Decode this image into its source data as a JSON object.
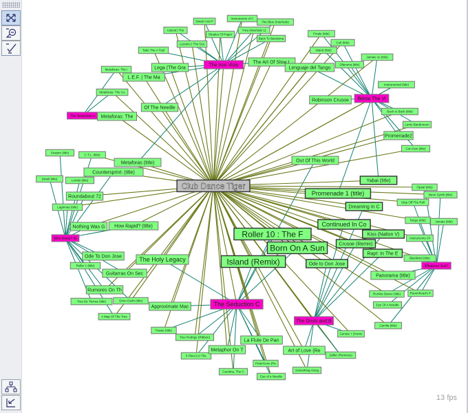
{
  "toolbar": {
    "buttons": [
      {
        "name": "shuffle-layout-button",
        "icon": "arrows-cross-icon",
        "selected": true
      },
      {
        "name": "search-button",
        "icon": "magnifier-speech-icon",
        "selected": false
      },
      {
        "name": "edit-button",
        "icon": "pen-check-icon",
        "selected": false
      }
    ],
    "bottom_buttons": [
      {
        "name": "tree-layout-button",
        "icon": "hierarchy-icon"
      },
      {
        "name": "back-button",
        "icon": "back-arrow-icon"
      }
    ]
  },
  "status": {
    "fps": "13 fps"
  },
  "colors": {
    "center": "#c0c0c0",
    "hub": "#ff00cc",
    "leaf": "#80ff80",
    "center_edge": "#6b7a1a",
    "hub_edge": "#128070"
  },
  "graph": {
    "nodes": [
      {
        "label": "Club Dance Tiger",
        "type": "center"
      },
      {
        "label": "The Iron Visio",
        "type": "hub",
        "to_center": true
      },
      {
        "label": "Below The Vi",
        "type": "hub",
        "to_center": true
      },
      {
        "label": "The Seduction C",
        "type": "hub",
        "to_center": true
      },
      {
        "label": "The Drum and B",
        "type": "hub",
        "to_center": true
      },
      {
        "label": "The Seduction o",
        "type": "hub",
        "to_center": false
      },
      {
        "label": "Who Knew? Its",
        "type": "hub",
        "to_center": false
      },
      {
        "label": "Whatever Suit?",
        "type": "hub",
        "to_center": false
      },
      {
        "label": "Sweet And P",
        "type": "leaf",
        "hub": 1,
        "to_center": true
      },
      {
        "label": "Instruments of C",
        "type": "leaf",
        "hub": 1,
        "to_center": true
      },
      {
        "label": "The Blue (Interlude)",
        "type": "leaf",
        "hub": 1,
        "to_center": true
      },
      {
        "label": "Shades Of Paper",
        "type": "leaf",
        "hub": 1,
        "to_center": true
      },
      {
        "label": "Cabral | The",
        "type": "leaf",
        "hub": 1,
        "to_center": true
      },
      {
        "label": "Yma (Interlude 1)",
        "type": "leaf",
        "hub": 1,
        "to_center": true
      },
      {
        "label": "Back To Bandoma",
        "type": "leaf",
        "hub": 1,
        "to_center": true
      },
      {
        "label": "Lezamo | The Gra",
        "type": "leaf",
        "hub": 1,
        "to_center": true
      },
      {
        "label": "Take The A Trail",
        "type": "leaf",
        "hub": 1,
        "to_center": true
      },
      {
        "label": "Lega (The Gra",
        "type": "leaf",
        "hub": 1,
        "to_center": true
      },
      {
        "label": "L.E.F. | The Ma",
        "type": "leaf",
        "hub": 1,
        "to_center": true
      },
      {
        "label": "The Art Of Slow L",
        "type": "leaf",
        "hub": 1,
        "to_center": true
      },
      {
        "label": "Of The Needle",
        "type": "leaf",
        "hub": 1,
        "to_center": true
      },
      {
        "label": "Metaforas: The I",
        "type": "leaf",
        "hub": 5,
        "to_center": true
      },
      {
        "label": "Metaforas: The Cu",
        "type": "leaf",
        "hub": 5,
        "to_center": true
      },
      {
        "label": "Metaforas: The",
        "type": "leaf",
        "hub": 5,
        "to_center": true
      },
      {
        "label": "Finale (title)",
        "type": "leaf",
        "hub": 2,
        "to_center": true
      },
      {
        "label": "Cult (title)",
        "type": "leaf",
        "hub": 2,
        "to_center": true
      },
      {
        "label": "Island (title)",
        "type": "leaf",
        "hub": 2,
        "to_center": true
      },
      {
        "label": "Dilemma (title)",
        "type": "leaf",
        "hub": 2,
        "to_center": false
      },
      {
        "label": "Jamais vu (title)",
        "type": "leaf",
        "hub": 2,
        "to_center": true
      },
      {
        "label": "Lenguaje del Tango",
        "type": "leaf",
        "hub": 2,
        "to_center": true
      },
      {
        "label": "Robinson Crusoe",
        "type": "leaf",
        "hub": 2,
        "to_center": false
      },
      {
        "label": "Instrumental (title)",
        "type": "leaf",
        "hub": 2,
        "to_center": true
      },
      {
        "label": "Back to Back (title)",
        "type": "leaf",
        "hub": 2,
        "to_center": true
      },
      {
        "label": "Lento Bandoneon",
        "type": "leaf",
        "hub": 2,
        "to_center": true
      },
      {
        "label": "Promenade2",
        "type": "leaf",
        "hub": 2,
        "to_center": true
      },
      {
        "label": "Con Dan (title)",
        "type": "leaf",
        "hub": 2,
        "to_center": true
      },
      {
        "label": "Out Of This World",
        "type": "leaf",
        "hub": 3,
        "to_center": true
      },
      {
        "label": "Yabai (title)",
        "type": "leaf",
        "hub": 2,
        "to_center": true
      },
      {
        "label": "Promenade 1 (title)",
        "type": "leaf",
        "hub": 2,
        "to_center": true
      },
      {
        "label": "Dreaming In C",
        "type": "leaf",
        "hub": 4,
        "to_center": true
      },
      {
        "label": "Continued In Co",
        "type": "leaf",
        "hub": 4,
        "to_center": true
      },
      {
        "label": "Kiss (Nation V)",
        "type": "leaf",
        "hub": 4,
        "to_center": true
      },
      {
        "label": "Crusoe (Remix)",
        "type": "leaf",
        "hub": 4,
        "to_center": true
      },
      {
        "label": "Rapt: In The E",
        "type": "leaf",
        "hub": 4,
        "to_center": true
      },
      {
        "label": "Born On A Sun",
        "type": "leaf",
        "hub": 3,
        "to_center": true
      },
      {
        "label": "Island (Remix)",
        "type": "leaf",
        "hub": 3,
        "to_center": true
      },
      {
        "label": "Ode to Don Jose",
        "type": "leaf",
        "hub": 4,
        "to_center": true
      },
      {
        "label": "Roller 10 : The F",
        "type": "leaf",
        "hub": 3,
        "to_center": true
      },
      {
        "label": "Suspire (title)",
        "type": "leaf",
        "hub": 6,
        "to_center": false
      },
      {
        "label": "C.T.L. (title)",
        "type": "leaf",
        "hub": 6,
        "to_center": true
      },
      {
        "label": "Detail (title)",
        "type": "leaf",
        "hub": 6,
        "to_center": false
      },
      {
        "label": "Lorelei (title)",
        "type": "leaf",
        "hub": 6,
        "to_center": false
      },
      {
        "label": "Countersprint: (title)",
        "type": "leaf",
        "hub": 6,
        "to_center": true
      },
      {
        "label": "Metaforas (title)",
        "type": "leaf",
        "hub": 1,
        "to_center": true
      },
      {
        "label": "Roundabout 72",
        "type": "leaf",
        "hub": 6,
        "to_center": true
      },
      {
        "label": "Lagrimas (title)",
        "type": "leaf",
        "hub": 6,
        "to_center": true
      },
      {
        "label": "Nothing Was G",
        "type": "leaf",
        "hub": 6,
        "to_center": true
      },
      {
        "label": "How Rapid? (title)",
        "type": "leaf",
        "hub": 6,
        "to_center": true
      },
      {
        "label": "Ode To Don Jose",
        "type": "leaf",
        "hub": 6,
        "to_center": false
      },
      {
        "label": "Roller 1 (title)",
        "type": "leaf",
        "hub": 6,
        "to_center": false
      },
      {
        "label": "Guitarras On Sec",
        "type": "leaf",
        "hub": 6,
        "to_center": true
      },
      {
        "label": "Rumores On Th",
        "type": "leaf",
        "hub": 6,
        "to_center": true
      },
      {
        "label": "Tres De Tierras (title)",
        "type": "leaf",
        "hub": 6,
        "to_center": false
      },
      {
        "label": "Orion Earth (title)",
        "type": "leaf",
        "hub": 6,
        "to_center": true
      },
      {
        "label": "A Map Of The Tree",
        "type": "leaf",
        "hub": 6,
        "to_center": true
      },
      {
        "label": "The Holy Legacy",
        "type": "leaf",
        "hub": 3,
        "to_center": true
      },
      {
        "label": "Approximate Mac",
        "type": "leaf",
        "hub": 3,
        "to_center": true
      },
      {
        "label": "Passe (title)",
        "type": "leaf",
        "hub": 3,
        "to_center": true
      },
      {
        "label": "Tres Rodrigo (Ribbon)",
        "type": "leaf",
        "hub": 3,
        "to_center": true
      },
      {
        "label": "Il Pleut (At The",
        "type": "leaf",
        "hub": 3,
        "to_center": true
      },
      {
        "label": "Metaphor On T",
        "type": "leaf",
        "hub": 3,
        "to_center": true
      },
      {
        "label": "La Flute De Pan",
        "type": "leaf",
        "hub": 3,
        "to_center": true
      },
      {
        "label": "Carolina, The C",
        "type": "leaf",
        "hub": 3,
        "to_center": true
      },
      {
        "label": "PeterGuns (Re",
        "type": "leaf",
        "hub": 3,
        "to_center": true
      },
      {
        "label": "Eye of a Needle",
        "type": "leaf",
        "hub": 3,
        "to_center": true
      },
      {
        "label": "Art of Love (Re",
        "type": "leaf",
        "hub": 4,
        "to_center": true
      },
      {
        "label": "Something Along",
        "type": "leaf",
        "hub": 4,
        "to_center": true
      },
      {
        "label": "Zaffer (Remixes)",
        "type": "leaf",
        "hub": 4,
        "to_center": true
      },
      {
        "label": "Cenote + Drums",
        "type": "leaf",
        "hub": 4,
        "to_center": true
      },
      {
        "label": "Opaal (title)",
        "type": "leaf",
        "hub": 7,
        "to_center": true
      },
      {
        "label": "Neon Synth (title)",
        "type": "leaf",
        "hub": 7,
        "to_center": true
      },
      {
        "label": "Step Off The Roll",
        "type": "leaf",
        "hub": 7,
        "to_center": true
      },
      {
        "label": "Tango (title)",
        "type": "leaf",
        "hub": 7,
        "to_center": true
      },
      {
        "label": "Jamais (title)",
        "type": "leaf",
        "hub": 7,
        "to_center": false
      },
      {
        "label": "Instruments Of",
        "type": "leaf",
        "hub": 7,
        "to_center": true
      },
      {
        "label": "Blackbird (title)",
        "type": "leaf",
        "hub": 7,
        "to_center": true
      },
      {
        "label": "Panorama (title)",
        "type": "leaf",
        "hub": 7,
        "to_center": true
      },
      {
        "label": "Rumba Dance (title)",
        "type": "leaf",
        "hub": 7,
        "to_center": true
      },
      {
        "label": "Ravenhead's P",
        "type": "leaf",
        "hub": 7,
        "to_center": true
      },
      {
        "label": "Eye Of A Needle",
        "type": "leaf",
        "hub": 7,
        "to_center": false
      },
      {
        "label": "Camila (title)",
        "type": "leaf",
        "hub": 7,
        "to_center": true
      }
    ]
  }
}
